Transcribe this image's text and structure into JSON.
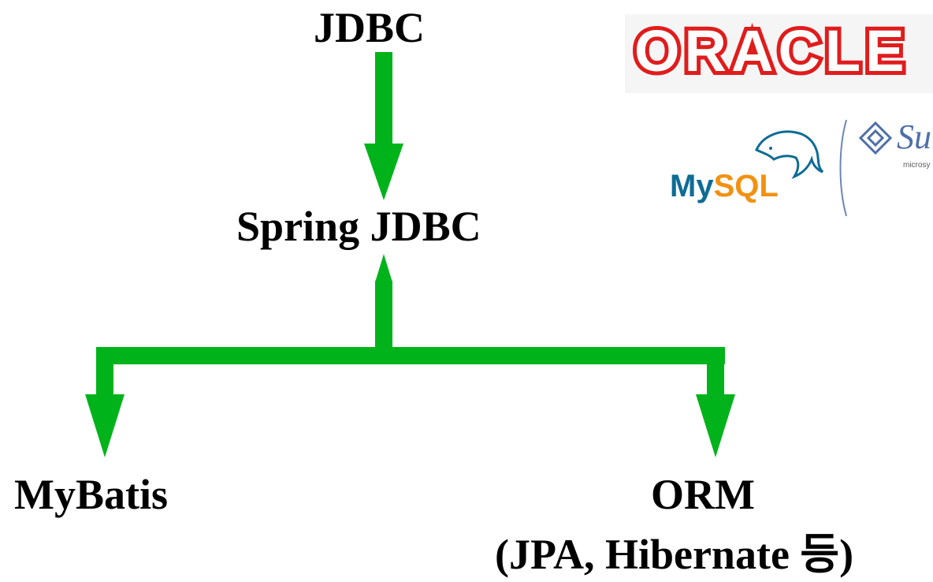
{
  "nodes": {
    "jdbc": "JDBC",
    "spring_jdbc": "Spring JDBC",
    "mybatis": "MyBatis",
    "orm": "ORM",
    "orm_examples": "(JPA, Hibernate 등)"
  },
  "logos": {
    "oracle": "ORACLE",
    "mysql_my": "My",
    "mysql_sql": "SQL",
    "sun": "Sun",
    "sun_sub": "microsy"
  },
  "colors": {
    "arrow": "#00b31a",
    "oracle_red": "#e01c1c",
    "mysql_blue": "#0e6c94",
    "mysql_orange": "#f29111",
    "sun_blue": "#4f6fa8"
  },
  "icons": {
    "mysql": "dolphin-icon",
    "sun": "sun-logo-icon"
  }
}
